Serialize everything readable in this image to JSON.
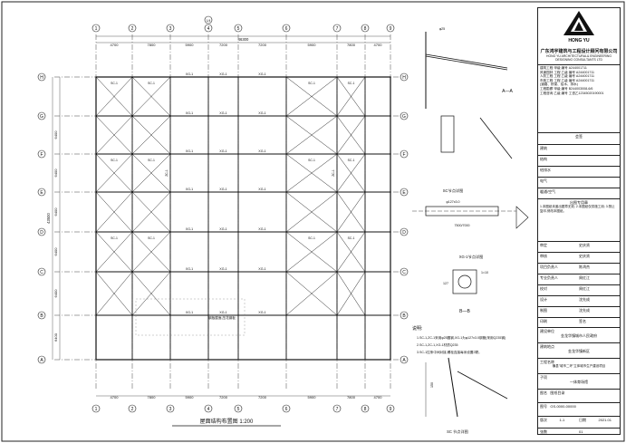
{
  "drawing": {
    "title": "屋面结构布置图",
    "scale": "1:200",
    "dims_top": [
      "4700",
      "7800",
      "5900",
      "7200",
      "7200",
      "5900",
      "7800",
      "4700"
    ],
    "total_top": "46300",
    "dims_left": [
      "6400",
      "6400",
      "6400",
      "6400",
      "6400",
      "6400"
    ],
    "total_left": "43500",
    "axes_x": [
      "1",
      "2",
      "3",
      "4",
      "5",
      "6",
      "7",
      "8",
      "9"
    ],
    "axes_x_special": "1/4",
    "axes_y": [
      "A",
      "B",
      "C",
      "D",
      "E",
      "F",
      "G",
      "H"
    ],
    "beam_label": "XG-1",
    "brace_label": "SC-1",
    "rod_label": "ZC-1",
    "hatch_note": "钢板屋面,压花钢板",
    "notes_title": "说明:",
    "notes": [
      "1.SC-1,ZC-1采用φ25圆钢,XG-1为φ127x3.0钢管(采用Q235钢)",
      "2.SC-1,ZC-1,XG-1材质Q235",
      "3.SC-1拉条中间对接,螺栓连接每米设置2颗。"
    ],
    "detail_aa": "A—A",
    "detail_sc": "SC节点详图",
    "detail_xg": "XG-1节点详图",
    "detail_bb": "B—B",
    "detail_joint": "SC 节点详图",
    "tube_label": "φ127x3.0",
    "rod_dim": "φ25",
    "dims_small": [
      "7500/7000",
      "127",
      "1=10",
      "150",
      "200"
    ]
  },
  "title_block": {
    "company_cn": "广东鸿宇建筑与工程设计顾问有限公司",
    "company_en": "HONG YU ARCHITECTURAL& ENGINEERING DESIGNING CONSULTANTS LTD",
    "logo_text": "HONG YU",
    "licenses": [
      "建筑工程 甲级 编号 A244001711",
      "风景园林 工程 乙级 编号 A244001711",
      "人防工程 工程 乙级 编号 A244001711",
      "市政工程 工程 乙级 编号 A244001711",
      "(道路、桥梁、给水、排水)",
      "工程勘察 甲级 编号 B244003008-6/6",
      "工程咨询 乙级 编号 工咨乙12345020190001"
    ],
    "sign_rows": [
      "会签",
      "建筑",
      "结构",
      "给排水",
      "电气",
      "暖通/空气"
    ],
    "stamp_label": "出图专用章",
    "stamp_note": "1.本图纸未盖出图章无效; 2.本图纸仅供施工用; 3.禁止复印,修改本图纸。",
    "people_rows": [
      [
        "审定",
        "史庆贤"
      ],
      [
        "审核",
        "史庆贤"
      ],
      [
        "项目负责人",
        "陈鸿杰"
      ],
      [
        "专业负责人",
        "周红江"
      ],
      [
        "校对",
        "周红江"
      ],
      [
        "设计",
        "沈先成"
      ],
      [
        "制图",
        "沈先成"
      ]
    ],
    "seal_label": "印刷",
    "seal_label2": "签名",
    "client_label": "建设单位",
    "client": "金龙华镇城市人民政府",
    "project_label": "建筑地点",
    "project": "金龙华镇新区",
    "project_name_label": "工程名称",
    "project_name": "横县\"城市二环\"立体城市生产建设项目",
    "subproject_label": "子项",
    "subproject": "一体育场馆",
    "drawing_name_label": "图名",
    "drawing_name": "图纸目录",
    "drawing_no_label": "图号",
    "drawing_no": "GS-0000-00000",
    "date_label": "日期",
    "date": "2021.01",
    "version_label": "版次",
    "version": "1-1",
    "sheet_label": "张数",
    "sheet_no": "01"
  }
}
